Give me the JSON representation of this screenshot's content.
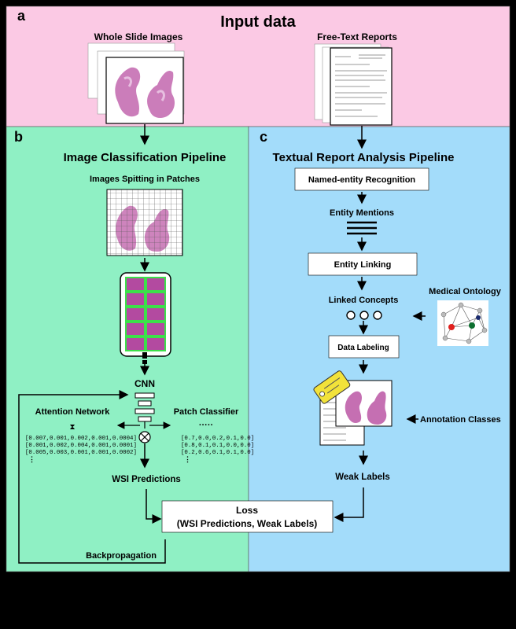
{
  "panels": {
    "a": {
      "letter": "a",
      "title": "Input data",
      "wsi_label": "Whole Slide Images",
      "reports_label": "Free-Text Reports"
    },
    "b": {
      "letter": "b",
      "title": "Image Classification Pipeline",
      "patches_label": "Images Spitting in Patches",
      "cnn_label": "CNN",
      "attention_label": "Attention Network",
      "classifier_label": "Patch Classifier",
      "attention_values": [
        "[0.007,0.001,0.002,0.001,0.0004]",
        "[0.001,0.002,0.004,0.001,0.0001]",
        "[0.005,0.003,0.001,0.001,0.0002]"
      ],
      "classifier_values": [
        "[0.7,0.0,0.2,0.1,0.0]",
        "[0.8,0.1,0.1,0.0,0.0]",
        "[0.2,0.6,0.1,0.1,0.0]"
      ],
      "ellipsis": "⋮",
      "dots": "·····",
      "predictions_label": "WSI Predictions",
      "backprop_label": "Backpropagation"
    },
    "c": {
      "letter": "c",
      "title": "Textual Report Analysis Pipeline",
      "ner_label": "Named-entity Recognition",
      "mentions_label": "Entity Mentions",
      "linking_label": "Entity Linking",
      "concepts_label": "Linked Concepts",
      "ontology_label": "Medical Ontology",
      "labeling_label": "Data Labeling",
      "annotation_label": "Annotation Classes",
      "weak_label": "Weak Labels"
    }
  },
  "loss": {
    "title": "Loss",
    "subtitle": "(WSI Predictions, Weak Labels)"
  },
  "colors": {
    "panel_a": "#fbc9e4",
    "panel_b": "#8ff0c4",
    "panel_c": "#a3dcfa",
    "tissue": "#c56fb2",
    "tag": "#f2e23a"
  }
}
